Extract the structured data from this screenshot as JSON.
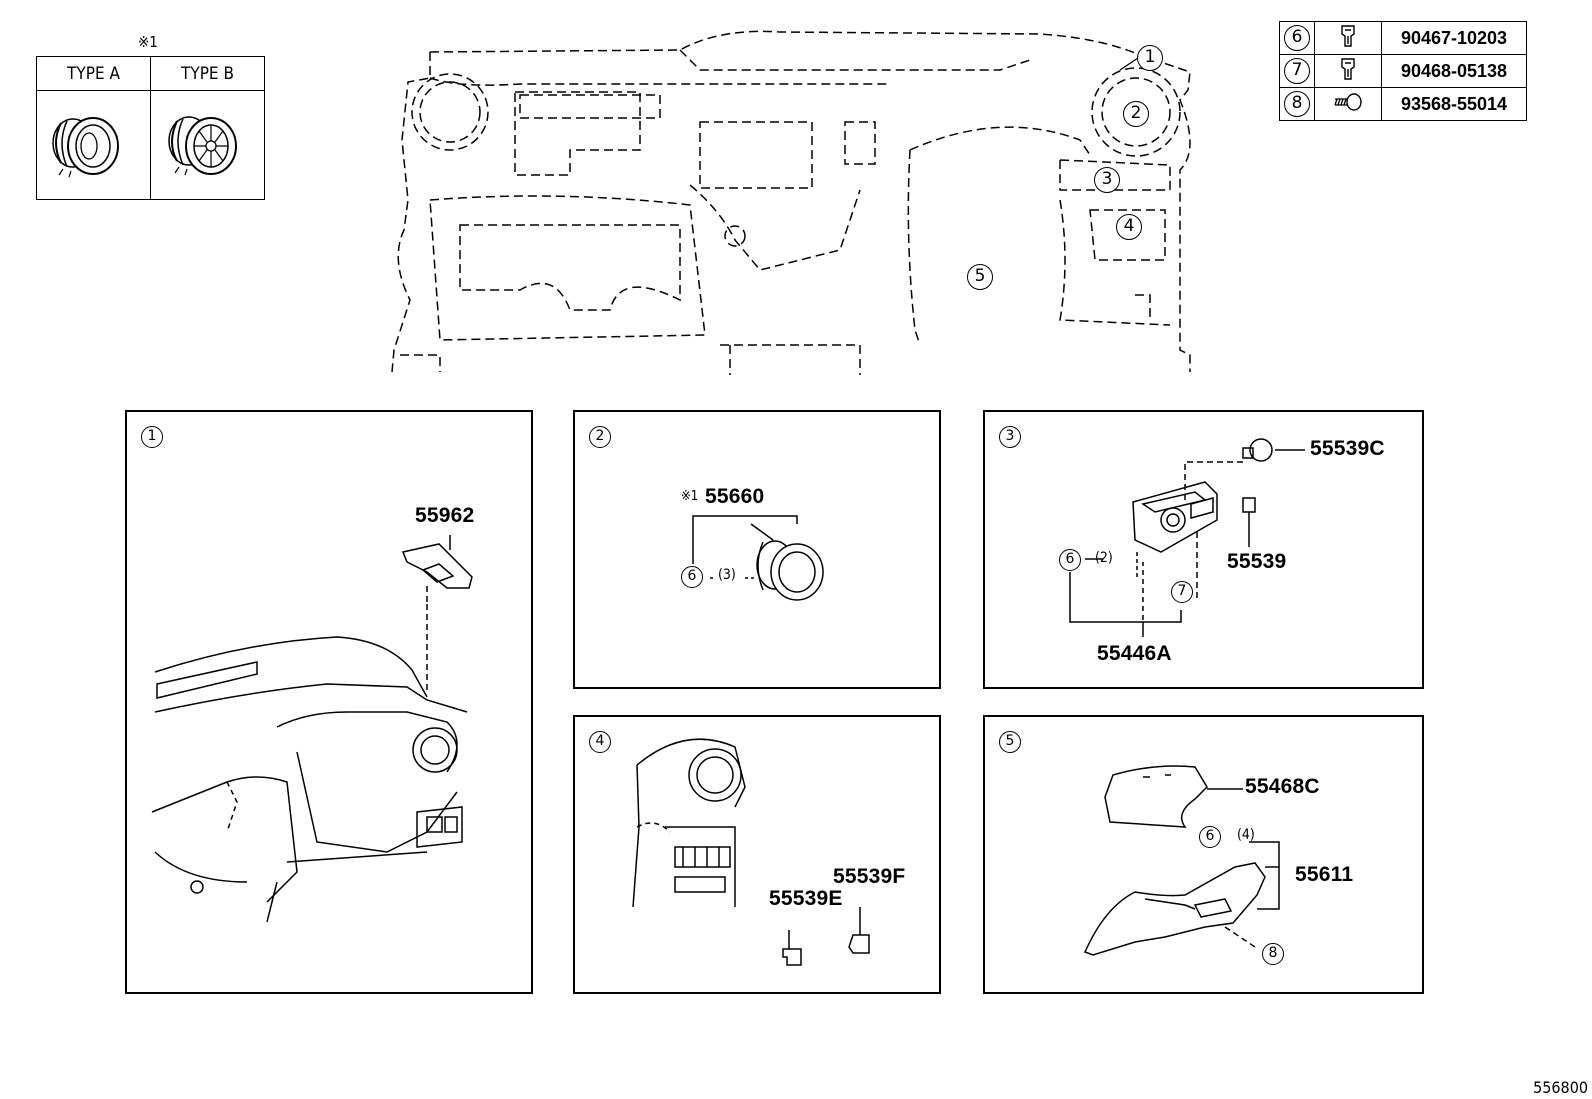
{
  "note_mark": "※1",
  "type_box": {
    "note": "※1",
    "types": [
      {
        "label": "TYPE  A"
      },
      {
        "label": "TYPE  B"
      }
    ]
  },
  "fastener_table": [
    {
      "ref": "6",
      "part": "90467-10203",
      "icon": "clip-icon"
    },
    {
      "ref": "7",
      "part": "90468-05138",
      "icon": "clip-icon"
    },
    {
      "ref": "8",
      "part": "93568-55014",
      "icon": "screw-icon"
    }
  ],
  "overview_callouts": [
    "1",
    "2",
    "3",
    "4",
    "5"
  ],
  "panels": [
    {
      "id": "1",
      "parts": [
        "55962"
      ]
    },
    {
      "id": "2",
      "note": "※1",
      "parts": [
        "55660"
      ],
      "fastener_ref": "6",
      "fastener_qty": "(3)"
    },
    {
      "id": "3",
      "parts": [
        "55539C",
        "55539",
        "55446A"
      ],
      "fastener_ref": "6",
      "fastener_qty": "(2)",
      "fastener_ref2": "7"
    },
    {
      "id": "4",
      "parts": [
        "55539E",
        "55539F"
      ]
    },
    {
      "id": "5",
      "parts": [
        "55468C",
        "55611"
      ],
      "fastener_ref": "6",
      "fastener_qty": "(4)",
      "fastener_ref2": "8"
    }
  ],
  "diagram_id": "556800"
}
